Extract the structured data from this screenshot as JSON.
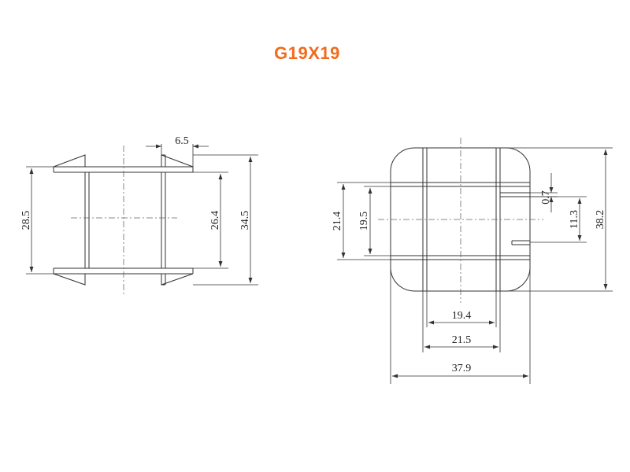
{
  "title": "G19X19",
  "title_color": "#f26b1d",
  "line_color": "#333333",
  "left_view": {
    "dims": {
      "top_width": "6.5",
      "inner_height": "28.5",
      "bobbin_height": "26.4",
      "overall_height": "34.5"
    }
  },
  "right_view": {
    "dims": {
      "outer_height": "21.4",
      "inner_height": "19.5",
      "small_gap": "0.7",
      "pin_pitch": "11.3",
      "overall_height": "38.2",
      "inner_width": "19.4",
      "mid_width": "21.5",
      "overall_width": "37.9"
    }
  }
}
